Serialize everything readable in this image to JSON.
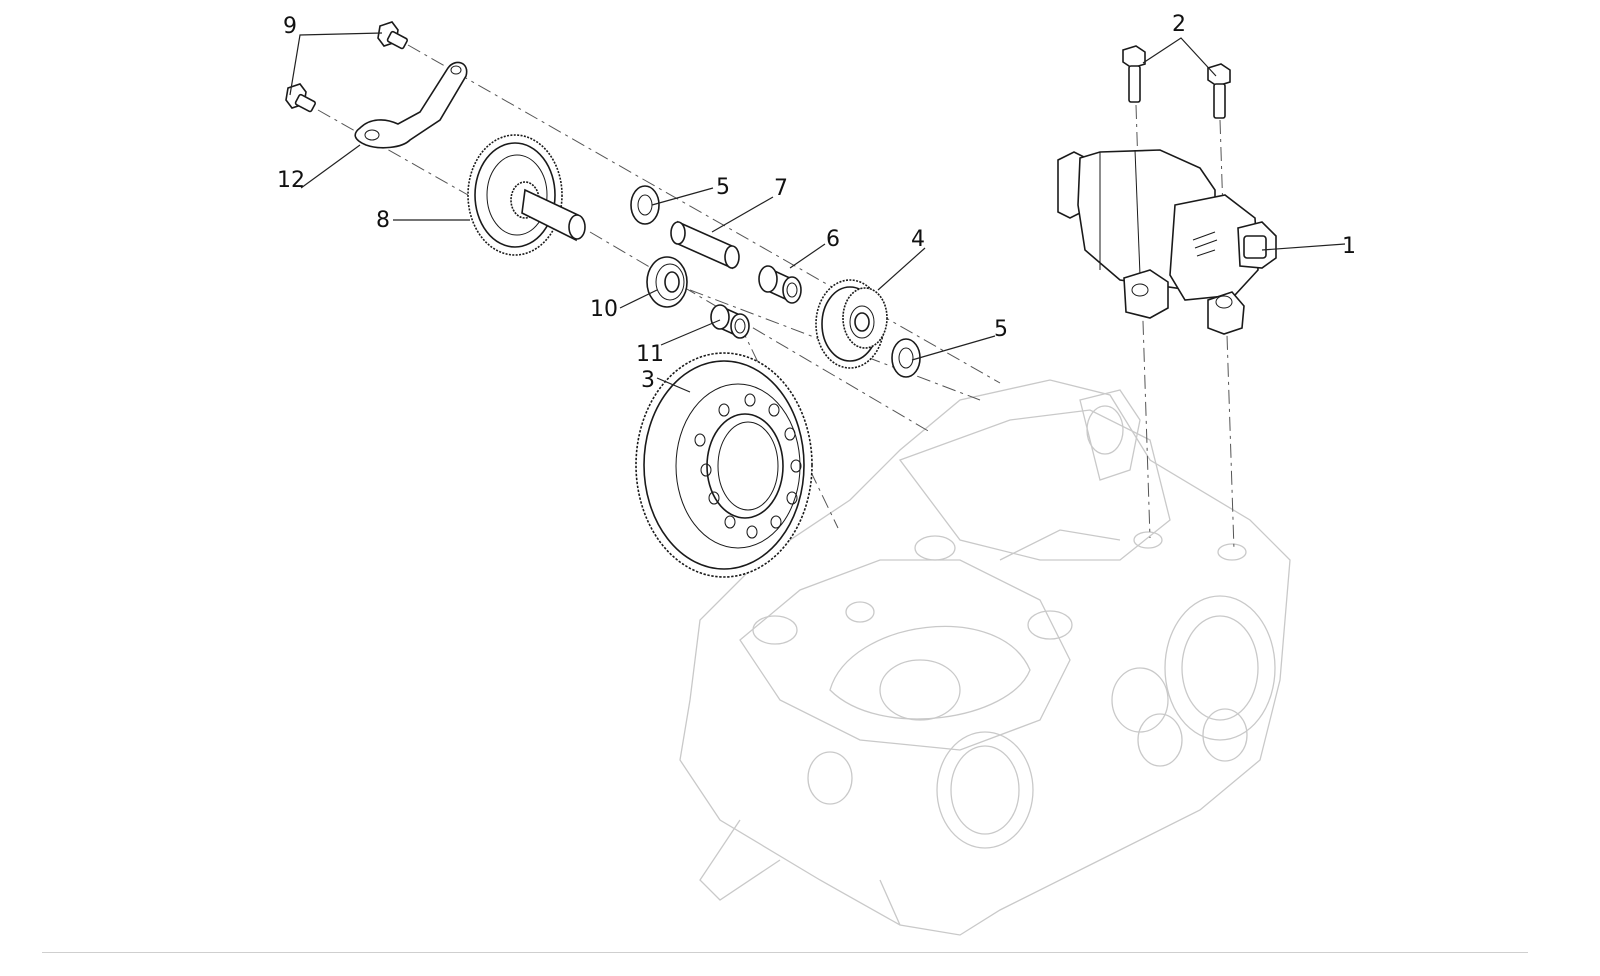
{
  "callouts": [
    {
      "id": "1",
      "label": "1"
    },
    {
      "id": "2",
      "label": "2"
    },
    {
      "id": "3",
      "label": "3"
    },
    {
      "id": "4",
      "label": "4"
    },
    {
      "id": "5a",
      "label": "5"
    },
    {
      "id": "5b",
      "label": "5"
    },
    {
      "id": "6",
      "label": "6"
    },
    {
      "id": "7",
      "label": "7"
    },
    {
      "id": "8",
      "label": "8"
    },
    {
      "id": "9",
      "label": "9"
    },
    {
      "id": "10",
      "label": "10"
    },
    {
      "id": "11",
      "label": "11"
    },
    {
      "id": "12",
      "label": "12"
    }
  ],
  "colors": {
    "line": "#1a1a1a",
    "ghost": "#c9c9c9",
    "background": "#ffffff"
  }
}
